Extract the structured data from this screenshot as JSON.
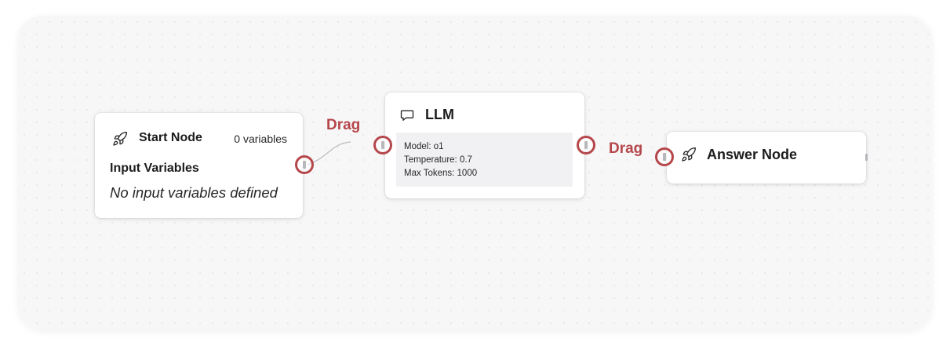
{
  "start_node": {
    "title": "Start Node",
    "variables_count": "0 variables",
    "section_label": "Input Variables",
    "empty_message": "No input variables defined",
    "icon": "rocket-icon"
  },
  "llm_node": {
    "title": "LLM",
    "icon": "chat-bubble-icon",
    "model": "Model: o1",
    "temperature": "Temperature: 0.7",
    "max_tokens": "Max Tokens: 1000"
  },
  "answer_node": {
    "title": "Answer Node",
    "icon": "rocket-icon"
  },
  "annotations": {
    "drag_label_1": "Drag",
    "drag_label_2": "Drag",
    "highlight_color": "#b5474b"
  }
}
